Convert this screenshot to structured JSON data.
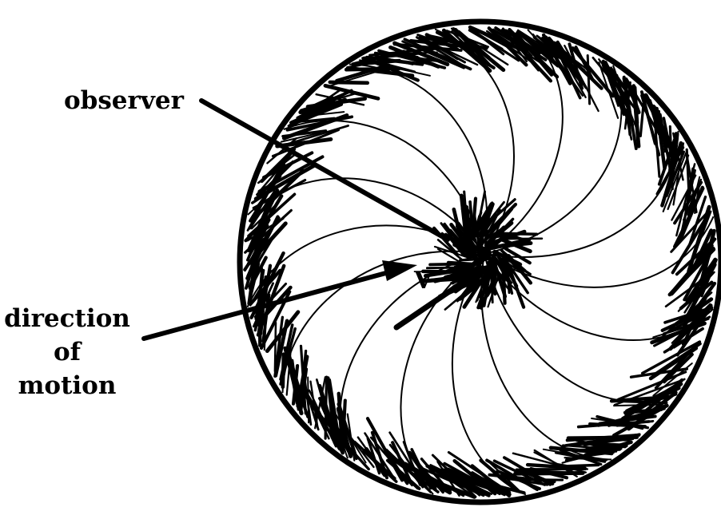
{
  "labels": {
    "observer": "observer",
    "direction_line1": "direction",
    "direction_line2": "of",
    "direction_line3": "motion",
    "velocity": "V"
  },
  "colors": {
    "ink": "#000000",
    "background": "#ffffff"
  }
}
